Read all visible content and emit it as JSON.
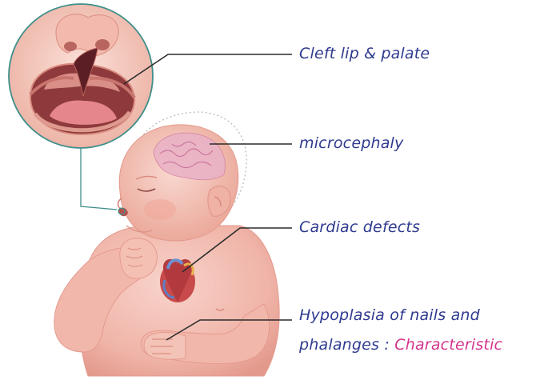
{
  "labels": {
    "cleft": "Cleft lip & palate",
    "micro": "microcephaly",
    "cardiac": "Cardiac defects",
    "hypo_line1": "Hypoplasia of nails and",
    "hypo_line2": "phalanges :",
    "hypo_highlight": "Characteristic"
  },
  "colors": {
    "label_text": "#2f3a8f",
    "highlight": "#d4348d",
    "leader_line": "#2b2b2b",
    "inset_border": "#3f8f8a",
    "skin": "#f2b9ae",
    "skin_shadow": "#e59a8f",
    "brain": "#e9b9c9",
    "heart": "#c84a4a"
  },
  "icons": {
    "inset": "mouth-closeup-icon",
    "baby": "infant-illustration",
    "brain": "brain-icon",
    "heart": "heart-icon"
  }
}
